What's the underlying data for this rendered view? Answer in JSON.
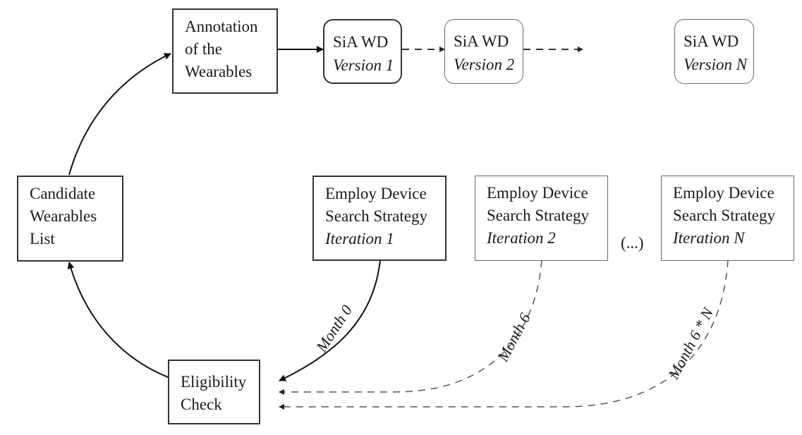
{
  "diagram": {
    "nodes": {
      "annotation": {
        "lines": [
          "Annotation",
          "of the",
          "Wearables"
        ]
      },
      "candidate": {
        "lines": [
          "Candidate",
          "Wearables",
          "List"
        ]
      },
      "eligibility": {
        "lines": [
          "Eligibility",
          "Check"
        ]
      },
      "version1": {
        "title": "SiA WD",
        "subtitle": "Version 1"
      },
      "version2": {
        "title": "SiA WD",
        "subtitle": "Version 2"
      },
      "versionN": {
        "title": "SiA WD",
        "subtitle": "Version N"
      },
      "iteration1": {
        "lines": [
          "Employ Device",
          "Search Strategy"
        ],
        "subtitle": "Iteration 1"
      },
      "iteration2": {
        "lines": [
          "Employ Device",
          "Search Strategy"
        ],
        "subtitle": "Iteration 2"
      },
      "iterationN": {
        "lines": [
          "Employ Device",
          "Search Strategy"
        ],
        "subtitle": "Iteration N"
      }
    },
    "ellipsis": "(...)",
    "edge_labels": {
      "month0": "Month 0",
      "month6": "Month 6",
      "month6N": "Month 6 * N"
    },
    "edges": [
      {
        "from": "eligibility",
        "to": "candidate",
        "style": "solid"
      },
      {
        "from": "candidate",
        "to": "annotation",
        "style": "solid"
      },
      {
        "from": "annotation",
        "to": "version1",
        "style": "solid"
      },
      {
        "from": "version1",
        "to": "version2",
        "style": "dashed"
      },
      {
        "from": "version2",
        "to": "versionN",
        "style": "dashed"
      },
      {
        "from": "iteration1",
        "to": "eligibility",
        "style": "solid",
        "label": "Month 0"
      },
      {
        "from": "iteration2",
        "to": "eligibility",
        "style": "dashed",
        "label": "Month 6"
      },
      {
        "from": "iterationN",
        "to": "eligibility",
        "style": "dashed",
        "label": "Month 6 * N"
      }
    ]
  }
}
